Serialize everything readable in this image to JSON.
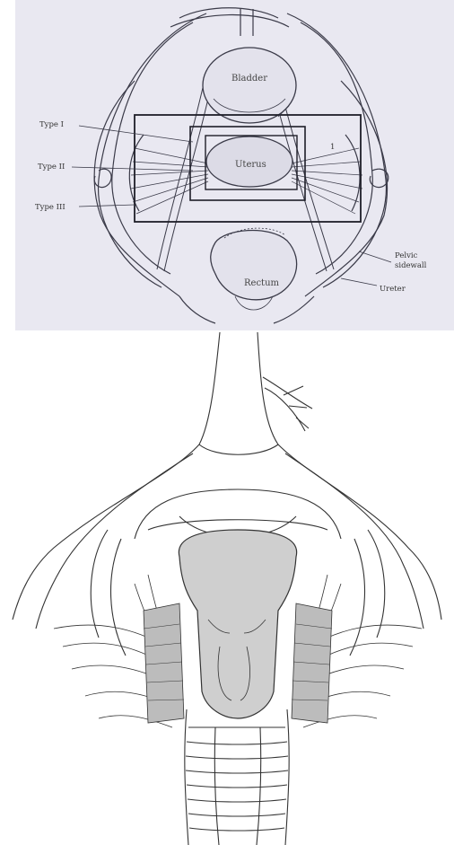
{
  "top_figure": {
    "labels": {
      "type1": "Type I",
      "type2": "Type II",
      "type3": "Type III",
      "bladder": "Bladder",
      "uterus": "Uterus",
      "rectum": "Rectum",
      "pelvic_sidewall_1": "Pelvic",
      "pelvic_sidewall_2": "sidewall",
      "ureter": "Ureter",
      "marker": "1"
    },
    "colors": {
      "background": "#e9e8f1",
      "line": "#3a3a48",
      "box": "#1e1e28"
    }
  },
  "bottom_figure": {
    "colors": {
      "line": "#333333",
      "tissue": "#cfcfcf",
      "shade": "#bcbcbc"
    }
  }
}
